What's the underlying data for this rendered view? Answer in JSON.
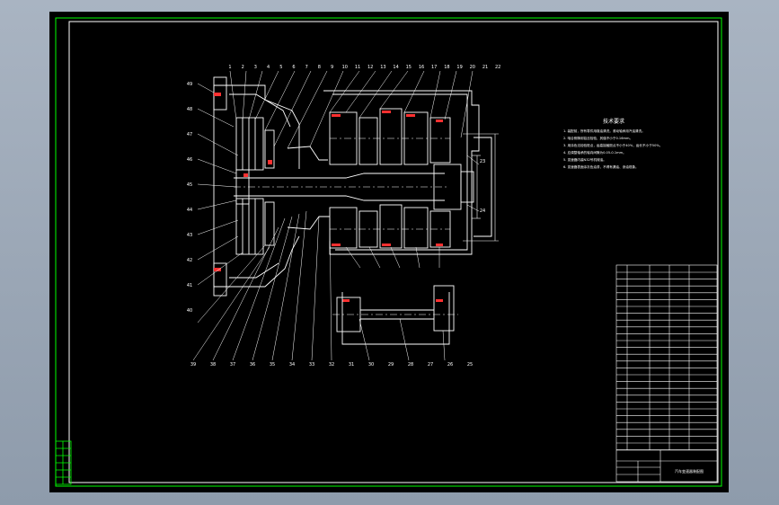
{
  "drawing": {
    "background": "#000000",
    "frame_color": "#00ff00",
    "line_color": "#ffffff",
    "accent_color": "#ff3030",
    "callouts_top": [
      "1",
      "2",
      "3",
      "4",
      "5",
      "6",
      "7",
      "8",
      "9",
      "10",
      "11",
      "12",
      "13",
      "14",
      "15",
      "16",
      "17",
      "18",
      "19",
      "20",
      "21",
      "22"
    ],
    "callouts_left": [
      "49",
      "48",
      "47",
      "46",
      "45",
      "44",
      "43",
      "42",
      "41",
      "40"
    ],
    "callouts_bottom": [
      "39",
      "38",
      "37",
      "36",
      "35",
      "34",
      "33",
      "32",
      "31",
      "30",
      "29",
      "28",
      "27",
      "26",
      "25"
    ],
    "callouts_right": [
      "23",
      "24"
    ],
    "notes_title": "技术要求",
    "notes": [
      "1. 装配前，所有零件用煤油清洗，滚动轴承用汽油清洗。",
      "2. 啮合侧隙用铅丝检验，其值不小于0.16mm。",
      "3. 用涂色法检验斑点，齿高接触斑点不小于40%，齿长不小于50%。",
      "4. 应调整轴承的轴向间隙为0.05-0.1mm。",
      "5. 变速器内装N32号机械油。",
      "6. 变速器表面涂灰色油漆，不得有漏油、渗油现象。"
    ],
    "title_block_label": "汽车变速器装配图"
  }
}
